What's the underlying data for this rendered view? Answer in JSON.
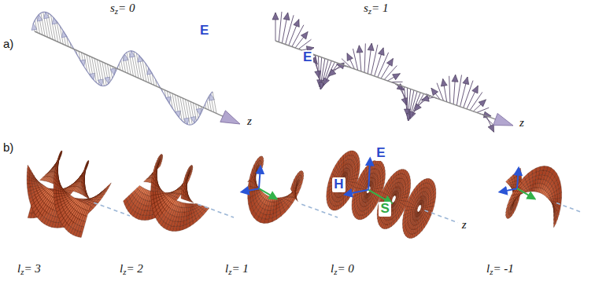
{
  "diagram": {
    "labels": [
      "a)",
      "sz= 0",
      "E",
      "z",
      "sz= 1",
      "E",
      "z",
      "b)",
      "E",
      "H",
      "S",
      "z",
      "lz= 3",
      "lz= 2",
      "lz= 1",
      "lz= 0",
      "lz= -1"
    ]
  }
}
